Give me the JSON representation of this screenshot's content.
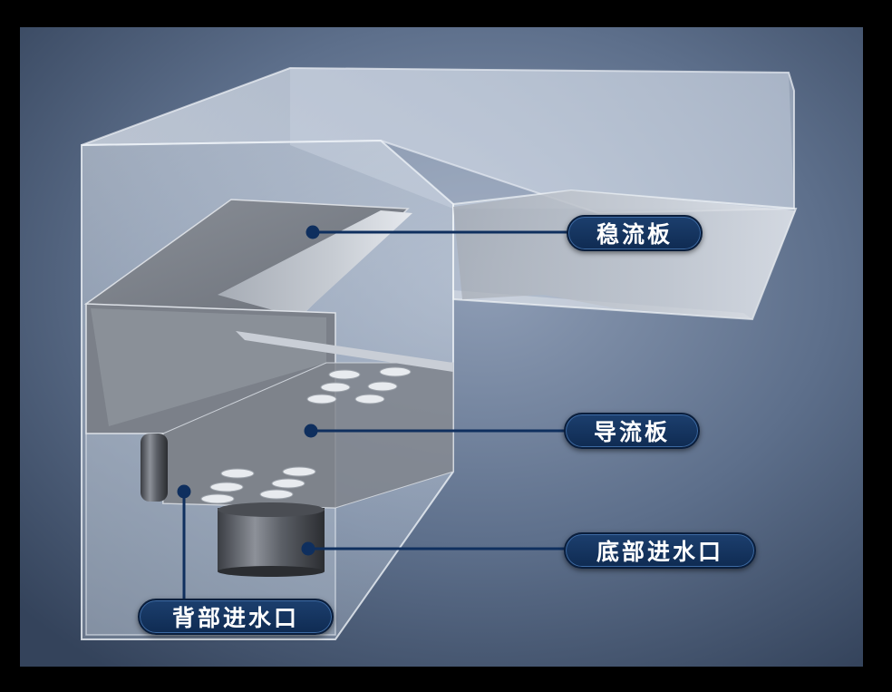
{
  "labels": {
    "stabilizer_plate": "稳流板",
    "guide_plate": "导流板",
    "bottom_inlet": "底部进水口",
    "back_inlet": "背部进水口"
  },
  "colors": {
    "background": "#4a5d7a",
    "label_fill": "#123466",
    "label_text": "#ffffff",
    "leader_line": "#0f2f5e"
  }
}
